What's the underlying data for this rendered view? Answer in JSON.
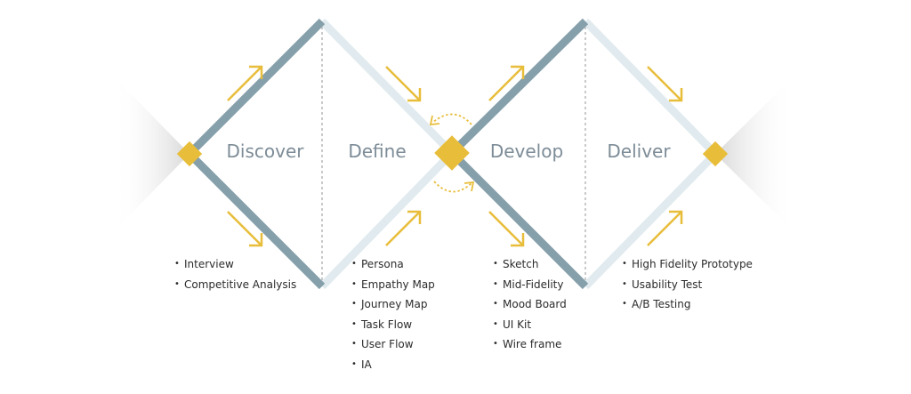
{
  "colors": {
    "dark_line": "#86a0ab",
    "light_line": "#e1ebef",
    "accent": "#e8bd3a",
    "dashed": "#a8a8a8",
    "label": "#7d8c97",
    "text": "#2b2b2b"
  },
  "phases": [
    {
      "id": "discover",
      "label": "Discover",
      "items": [
        "Interview",
        "Competitive Analysis"
      ]
    },
    {
      "id": "define",
      "label": "Define",
      "items": [
        "Persona",
        "Empathy Map",
        "Journey Map",
        "Task Flow",
        "User Flow",
        "IA"
      ]
    },
    {
      "id": "develop",
      "label": "Develop",
      "items": [
        "Sketch",
        "Mid-Fidelity",
        "Mood Board",
        "UI Kit",
        "Wire frame"
      ]
    },
    {
      "id": "deliver",
      "label": "Deliver",
      "items": [
        "High Fidelity Prototype",
        "Usability Test",
        "A/B Testing"
      ]
    }
  ]
}
